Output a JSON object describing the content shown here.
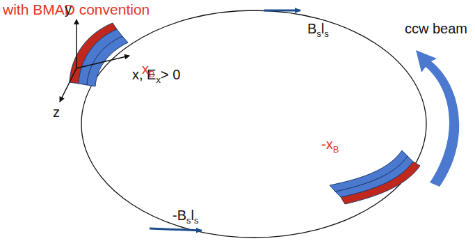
{
  "diagram": {
    "title": "with BMAD convention",
    "labels": [
      "y",
      "x, E",
      "x",
      "> 0",
      "z",
      "x",
      "B",
      "-x",
      "B",
      "B",
      "s",
      "l",
      "s",
      "-B",
      "s",
      "l",
      "s",
      "ccw beam"
    ]
  }
}
